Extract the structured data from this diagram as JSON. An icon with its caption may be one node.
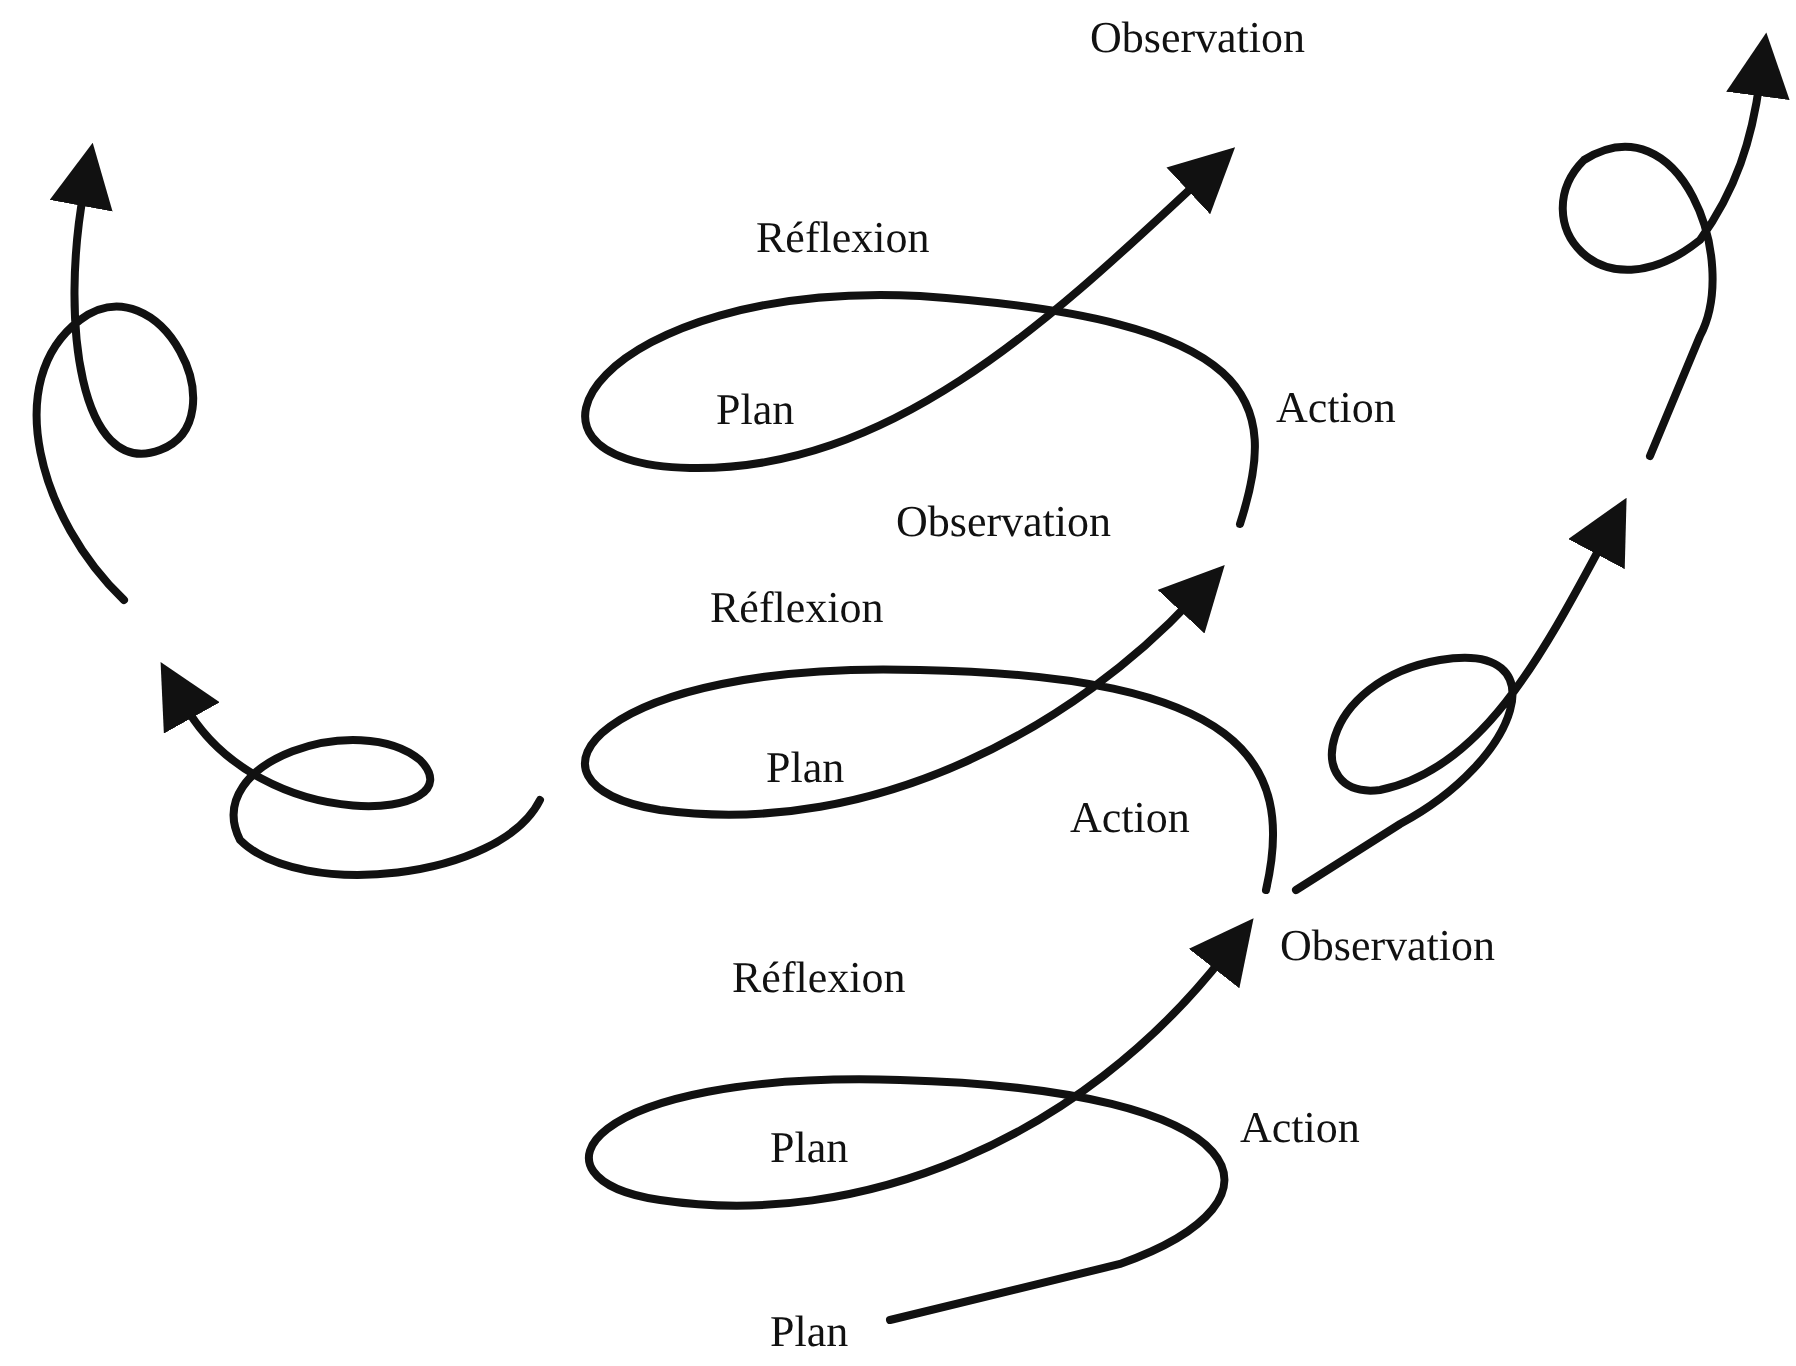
{
  "diagram": {
    "labels": [
      "Observation",
      "Réflexion",
      "Action",
      "Plan",
      "Observation",
      "Réflexion",
      "Plan",
      "Action",
      "Observation",
      "Réflexion",
      "Action",
      "Plan",
      "Plan"
    ]
  }
}
